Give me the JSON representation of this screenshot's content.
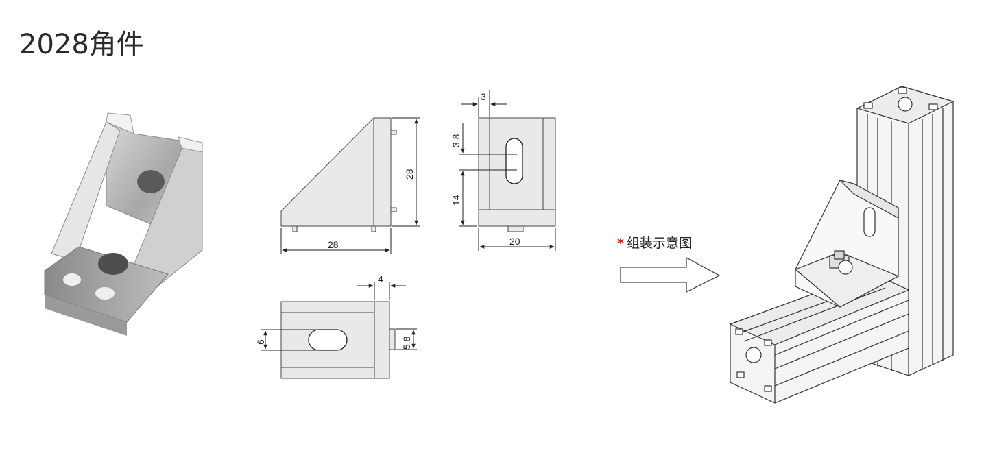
{
  "title": "2028角件",
  "assembly_note": {
    "star": "*",
    "label": "组装示意图"
  },
  "dimensions": {
    "side_width": "28",
    "side_height": "28",
    "front_width": "20",
    "front_top_edge": "3",
    "front_slot_height": "3.8",
    "front_slot_offset": "14",
    "bottom_edge": "4",
    "bottom_slot_width": "6",
    "bottom_pin": "5.8"
  },
  "colors": {
    "part_fill": "#e9e9e9",
    "line": "#222222",
    "star": "#e0141e"
  }
}
